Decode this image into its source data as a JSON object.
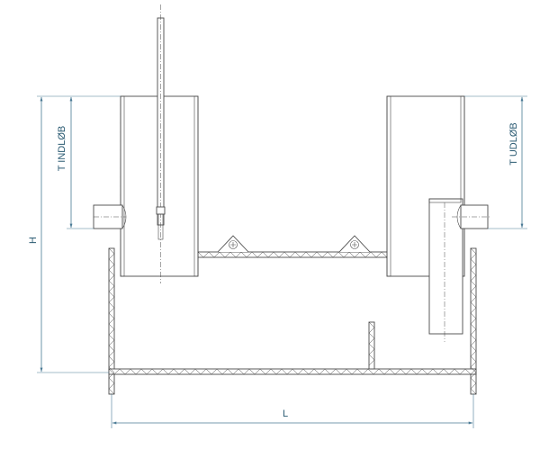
{
  "dimensions": {
    "height_label": "H",
    "length_label": "L",
    "inlet_depth_label": "T INDLØB",
    "outlet_depth_label": "T UDLØB"
  },
  "colors": {
    "line": "#4a4a4a",
    "dimension": "#4a7a95"
  }
}
